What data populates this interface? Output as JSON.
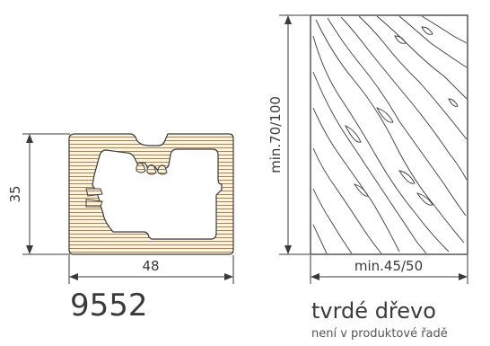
{
  "profile": {
    "height_label": "35",
    "width_label": "48",
    "code": "9552"
  },
  "lumber": {
    "height_label": "min.70/100",
    "width_label": "min.45/50",
    "material": "tvrdé dřevo",
    "note": "není v produktové řadě"
  },
  "colors": {
    "line": "#3a3a3a",
    "wood_fill": "#fbf3e4",
    "wood_hatch": "#8a6a3a"
  }
}
